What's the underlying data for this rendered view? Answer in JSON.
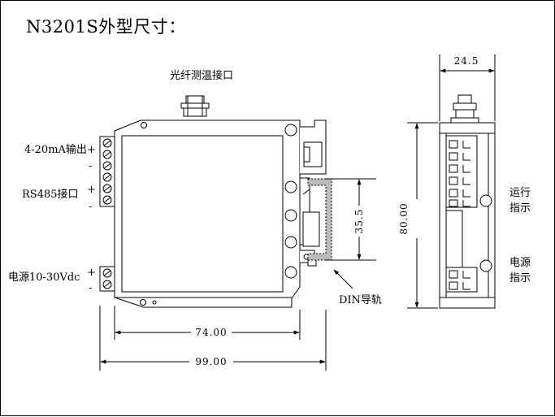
{
  "title": "N3201S外型尺寸：",
  "labels": {
    "fiber_port": "光纤测温接口",
    "output_4_20ma": "4-20mA输出",
    "rs485": "RS485接口",
    "power": "电源10-30Vdc",
    "din_rail": "DIN导轨",
    "run_indicator_line1": "运行",
    "run_indicator_line2": "指示",
    "power_indicator_line1": "电源",
    "power_indicator_line2": "指示",
    "plus": "+",
    "minus": "-"
  },
  "dimensions": {
    "width_body": "74.00",
    "width_total": "99.00",
    "din_height": "35.5",
    "height": "80.00",
    "depth": "24.5"
  },
  "colors": {
    "line": "#000000",
    "din_rail": "#bbbbbb",
    "background": "#ffffff"
  }
}
